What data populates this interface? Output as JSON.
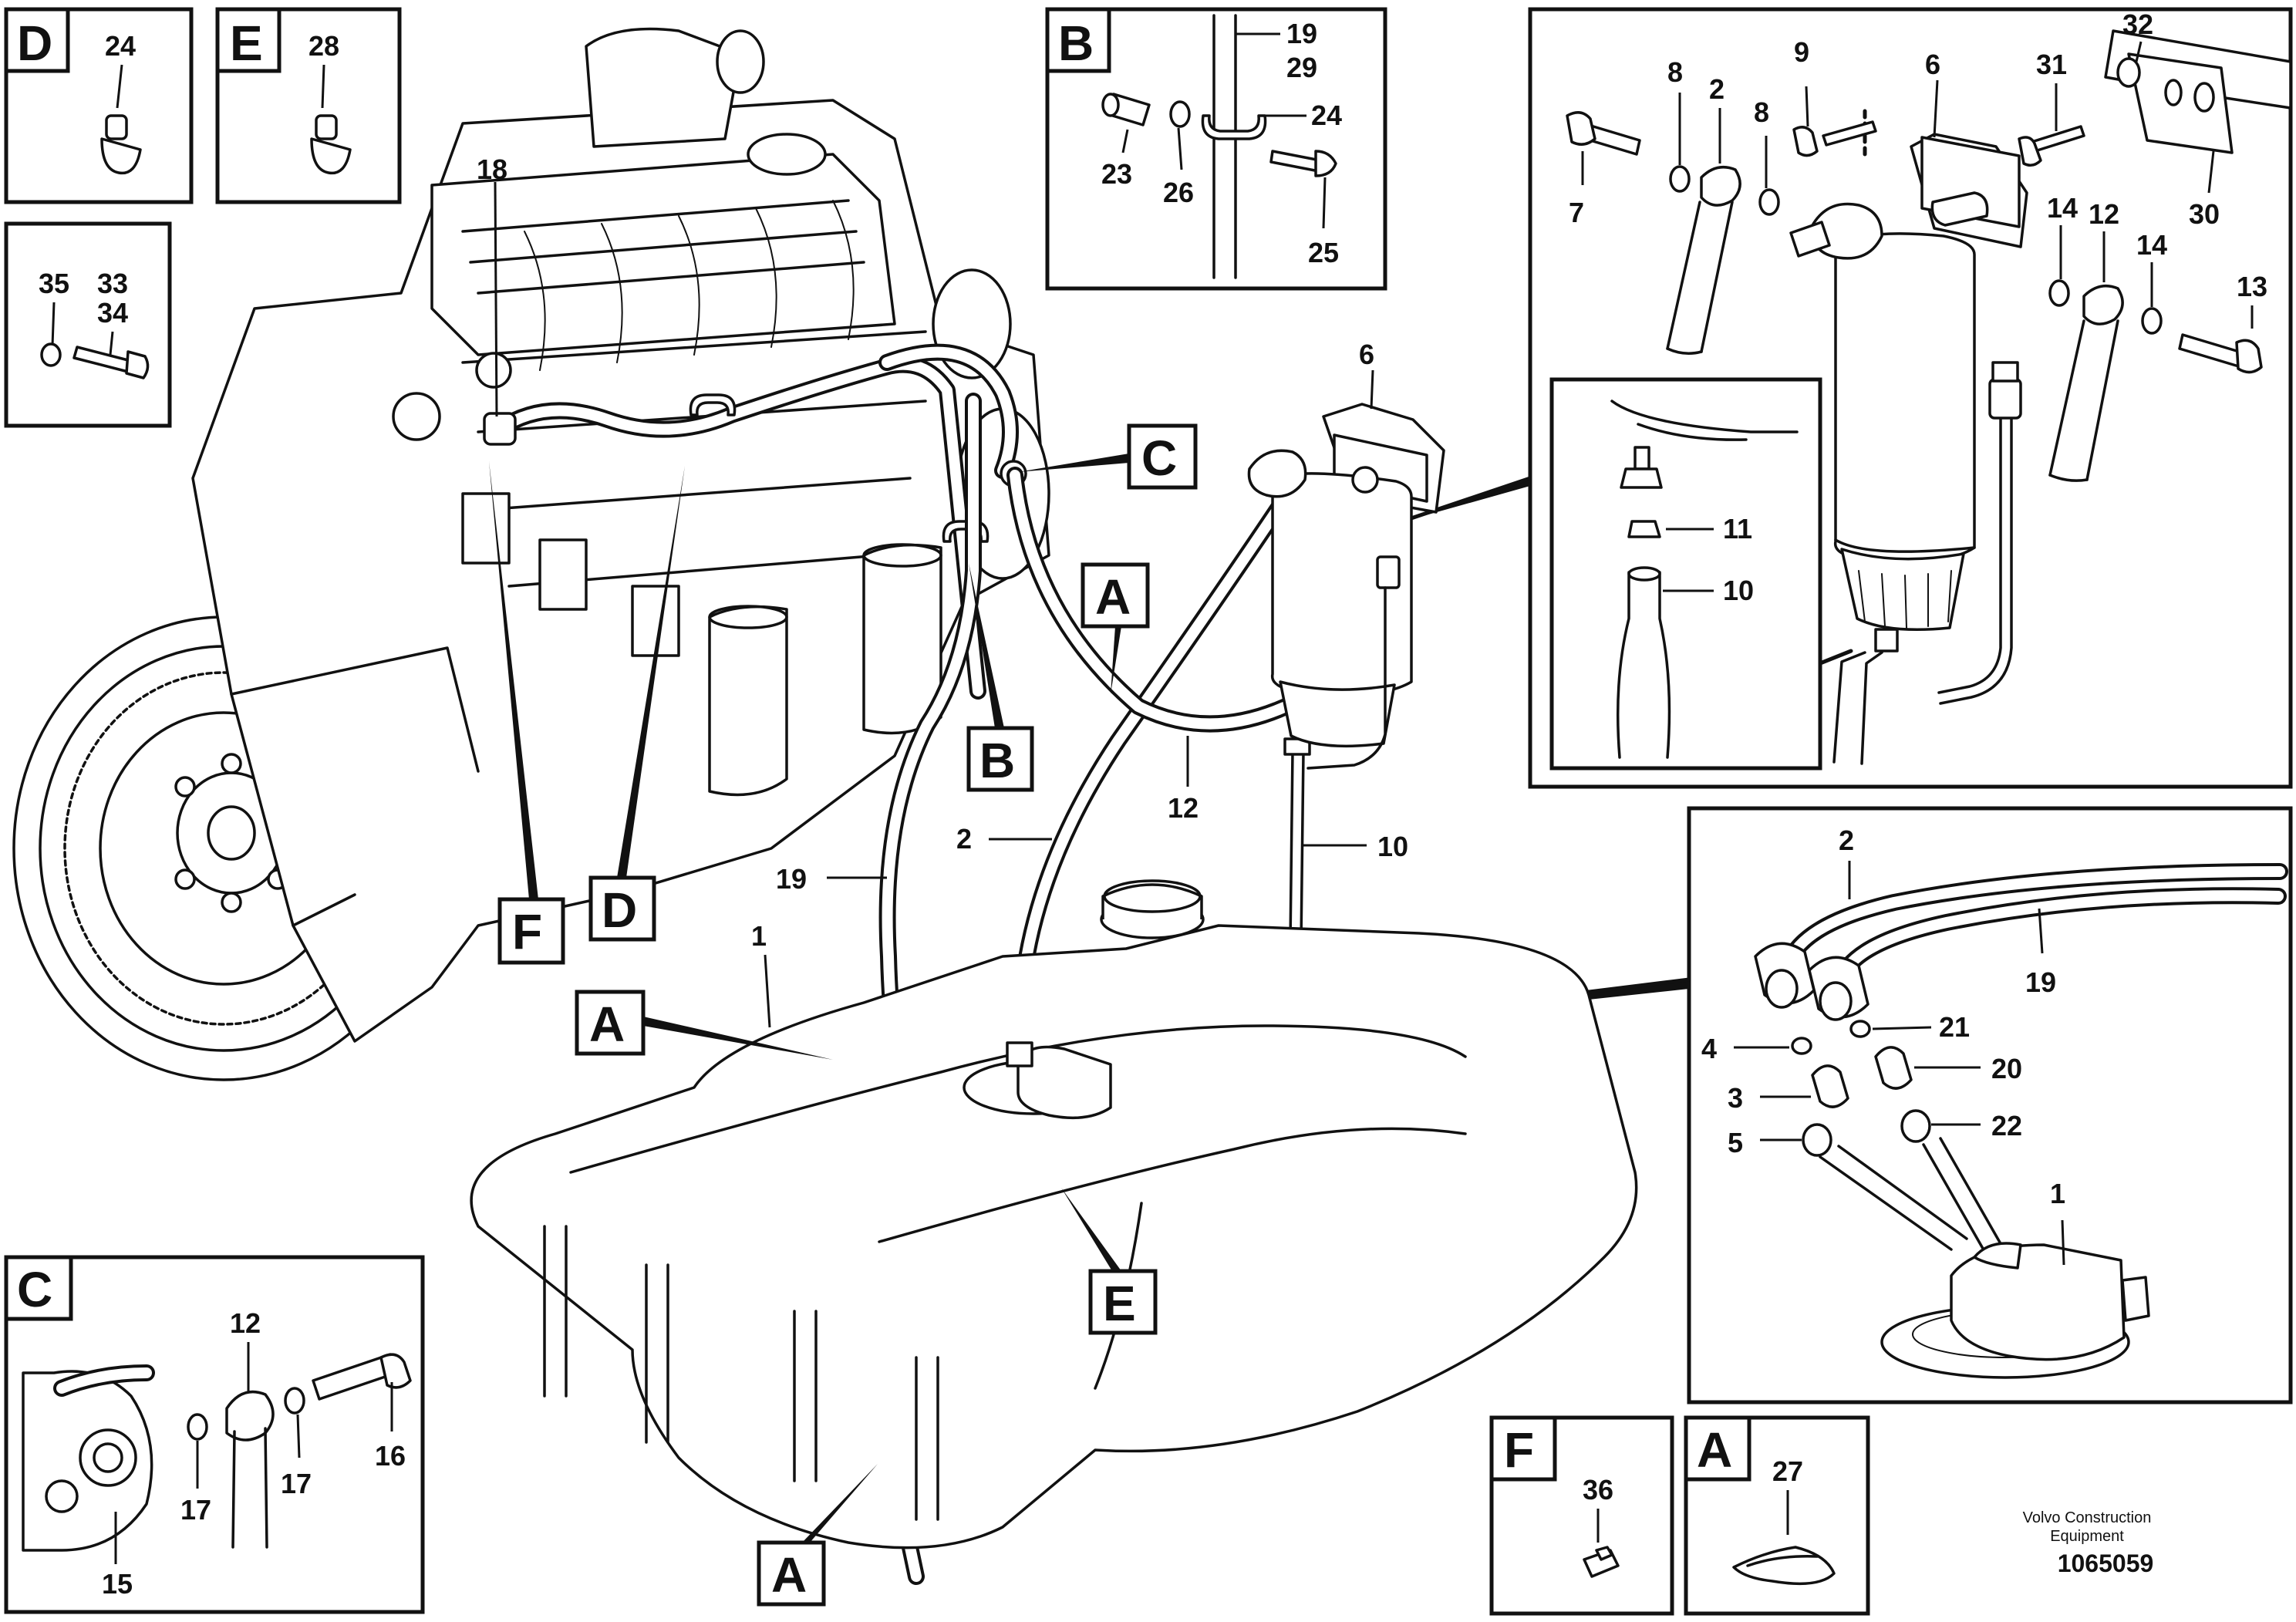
{
  "callouts": {
    "n1": "1",
    "n2": "2",
    "n3": "3",
    "n4": "4",
    "n5": "5",
    "n6": "6",
    "n7": "7",
    "n8": "8",
    "n9": "9",
    "n10": "10",
    "n11": "11",
    "n12": "12",
    "n13": "13",
    "n14": "14",
    "n15": "15",
    "n16": "16",
    "n17": "17",
    "n18": "18",
    "n19": "19",
    "n20": "20",
    "n21": "21",
    "n22": "22",
    "n23": "23",
    "n24": "24",
    "n25": "25",
    "n26": "26",
    "n27": "27",
    "n28": "28",
    "n29": "29",
    "n30": "30",
    "n31": "31",
    "n32": "32",
    "n33": "33",
    "n34": "34",
    "n35": "35",
    "n36": "36"
  },
  "detail_letters": {
    "a": "A",
    "b": "B",
    "c": "C",
    "d": "D",
    "e": "E",
    "f": "F"
  },
  "footer": {
    "company_line1": "Volvo Construction",
    "company_line2": "Equipment",
    "figure_number": "1065059"
  }
}
